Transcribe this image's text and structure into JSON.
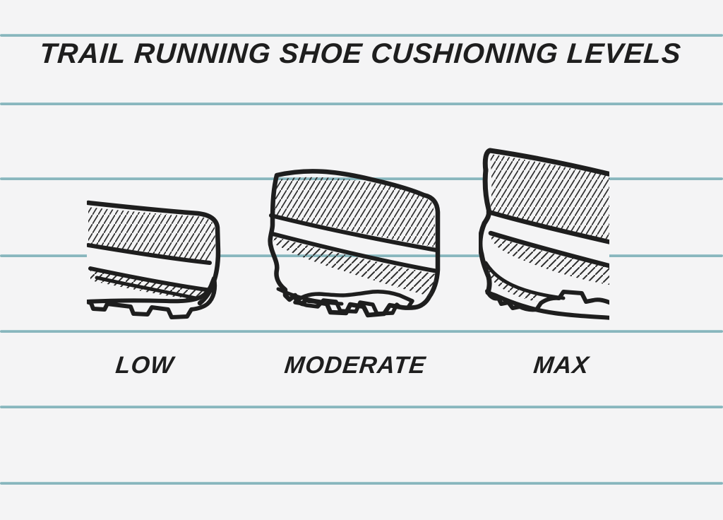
{
  "page": {
    "title": "TRAIL RUNNING SHOE CUSHIONING LEVELS",
    "colors": {
      "paper": "#f4f4f5",
      "ruled_line": "#83b3ba",
      "ink": "#1e1e1e"
    }
  },
  "diagram": {
    "items": [
      {
        "id": "low",
        "label": "LOW",
        "icon": "shoe-heel-sketch-low-icon"
      },
      {
        "id": "moderate",
        "label": "MODERATE",
        "icon": "shoe-heel-sketch-moderate-icon"
      },
      {
        "id": "max",
        "label": "MAX",
        "icon": "shoe-heel-sketch-max-icon"
      }
    ]
  }
}
